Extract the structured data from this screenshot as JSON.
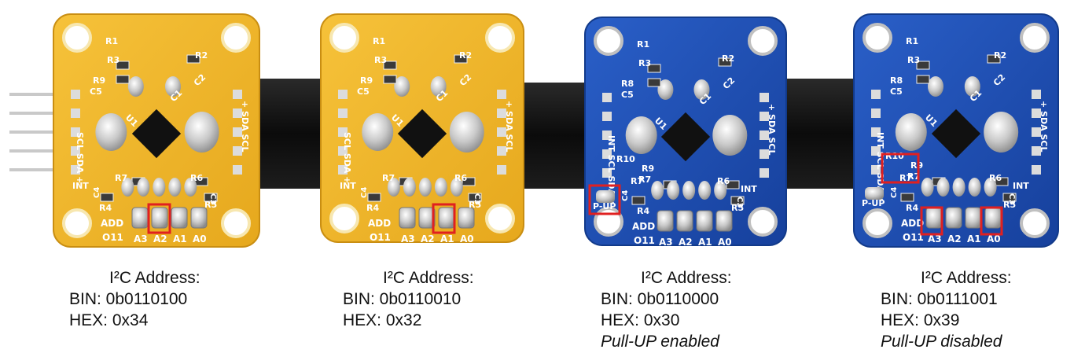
{
  "boards": [
    {
      "color": "#f0b429",
      "pcb_labels": {
        "r1": "R1",
        "r2": "R2",
        "r3": "R3",
        "r9": "R9",
        "c5": "C5",
        "c1": "C1",
        "c2": "C2",
        "u1": "U1",
        "r7": "R7",
        "c4": "C4",
        "r4": "R4",
        "r6": "R6",
        "r5": "R5",
        "c3": "C3",
        "int": "INT",
        "add": "ADD",
        "o11": "O11",
        "a3": "A3",
        "a2": "A2",
        "a1": "A1",
        "a0": "A0",
        "left_side": "SCL SDA +",
        "right_side": "+ SDA SCL"
      },
      "caption": {
        "title": "I²C Address:",
        "bin": "BIN: 0b0110100",
        "hex": "HEX: 0x34",
        "note": ""
      }
    },
    {
      "color": "#f0b429",
      "pcb_labels": {
        "r1": "R1",
        "r2": "R2",
        "r3": "R3",
        "r9": "R9",
        "c5": "C5",
        "c1": "C1",
        "c2": "C2",
        "u1": "U1",
        "r7": "R7",
        "c4": "C4",
        "r4": "R4",
        "r6": "R6",
        "r5": "R5",
        "c3": "C3",
        "int": "INT",
        "add": "ADD",
        "o11": "O11",
        "a3": "A3",
        "a2": "A2",
        "a1": "A1",
        "a0": "A0",
        "left_side": "SCL SDA +",
        "right_side": "+ SDA SCL"
      },
      "caption": {
        "title": "I²C Address:",
        "bin": "BIN: 0b0110010",
        "hex": "HEX: 0x32",
        "note": ""
      }
    },
    {
      "color": "#1f4fb4",
      "pcb_labels": {
        "r1": "R1",
        "r2": "R2",
        "r3": "R3",
        "r8": "R8",
        "c5": "C5",
        "c1": "C1",
        "c2": "C2",
        "u1": "U1",
        "r10": "R10",
        "r9": "R9",
        "r7": "R7",
        "c4": "C4",
        "r4": "R4",
        "r6": "R6",
        "r5": "R5",
        "c3": "C3",
        "int": "INT",
        "pup": "P-UP",
        "add": "ADD",
        "o11": "O11",
        "a3": "A3",
        "a2": "A2",
        "a1": "A1",
        "a0": "A0",
        "left_side": "INT SCL SDA +",
        "right_side": "+ SDA SCL"
      },
      "caption": {
        "title": "I²C Address:",
        "bin": "BIN: 0b0110000",
        "hex": "HEX: 0x30",
        "note": "Pull-UP enabled"
      }
    },
    {
      "color": "#1f4fb4",
      "pcb_labels": {
        "r1": "R1",
        "r2": "R2",
        "r3": "R3",
        "r8": "R8",
        "c5": "C5",
        "c1": "C1",
        "c2": "C2",
        "u1": "U1",
        "r10": "R10",
        "r9": "R9",
        "r7": "R7",
        "c4": "C4",
        "r4": "R4",
        "r6": "R6",
        "r5": "R5",
        "c3": "C3",
        "int": "INT",
        "pup": "P-UP",
        "add": "ADD",
        "o11": "O11",
        "a3": "A3",
        "a2": "A2",
        "a1": "A1",
        "a0": "A0",
        "left_side": "INT SCL SDA +",
        "right_side": "+ SDA SCL"
      },
      "caption": {
        "title": "I²C Address:",
        "bin": "BIN: 0b0111001",
        "hex": "HEX: 0x39",
        "note": "Pull-UP disabled"
      }
    }
  ],
  "highlight_color": "#e02020"
}
